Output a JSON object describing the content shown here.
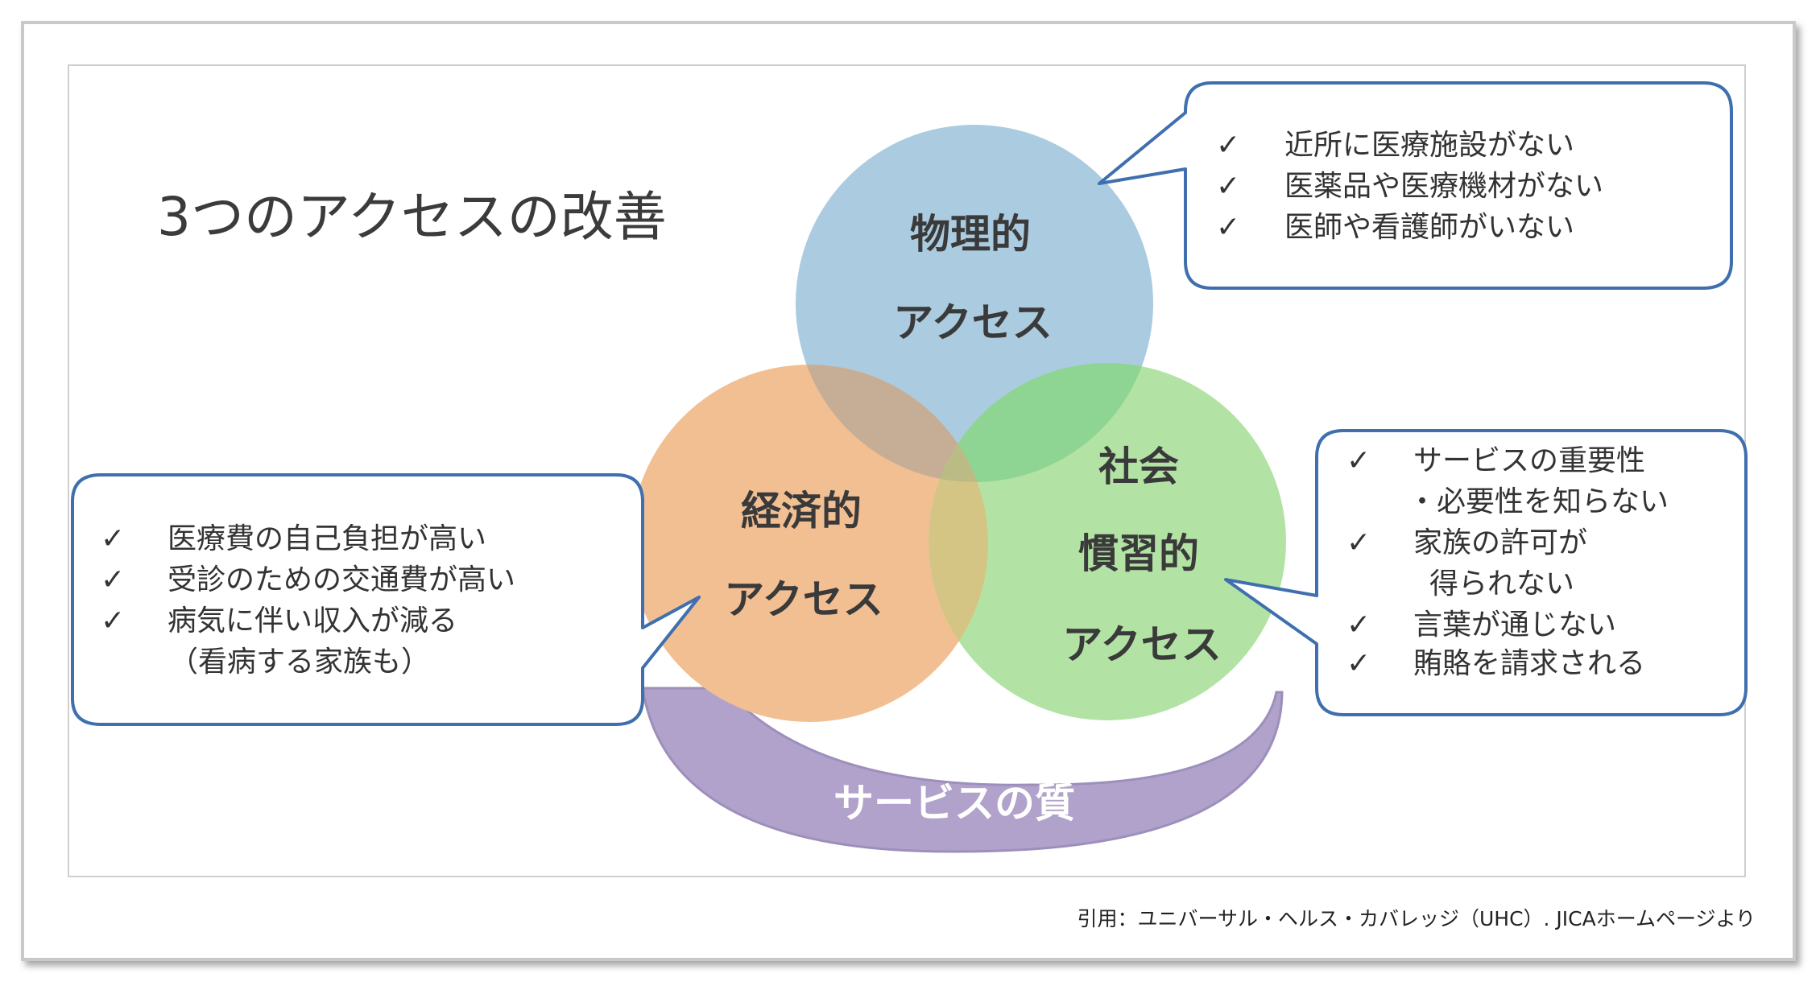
{
  "title": "3つのアクセスの改善",
  "circles": {
    "physical": {
      "line1": "物理的",
      "line2": "アクセス",
      "color": "#aacbe0"
    },
    "economic": {
      "line1": "経済的",
      "line2": "アクセス",
      "color": "#f2bf93"
    },
    "social": {
      "line1": "社会",
      "line2": "慣習的",
      "line3": "アクセス",
      "color": "#b3e3a4"
    }
  },
  "callouts": {
    "physical": {
      "check": "✓",
      "items": [
        "近所に医療施設がない",
        "医薬品や医療機材がない",
        "医師や看護師がいない"
      ]
    },
    "economic": {
      "check": "✓",
      "items": [
        "医療費の自己負担が高い",
        "受診のための交通費が高い",
        "病気に伴い収入が減る"
      ],
      "note": "（看病する家族も）"
    },
    "social": {
      "check": "✓",
      "items": [
        "サービスの重要性",
        "・必要性を知らない",
        "家族の許可が",
        "得られない",
        "言葉が通じない",
        "賄賂を請求される"
      ]
    }
  },
  "band": {
    "label": "サービスの質",
    "color": "#b1a2cb"
  },
  "callout_border_color": "#3f6fae",
  "caption": "引用：ユニバーサル・ヘルス・カバレッジ（UHC）. JICAホームページより"
}
